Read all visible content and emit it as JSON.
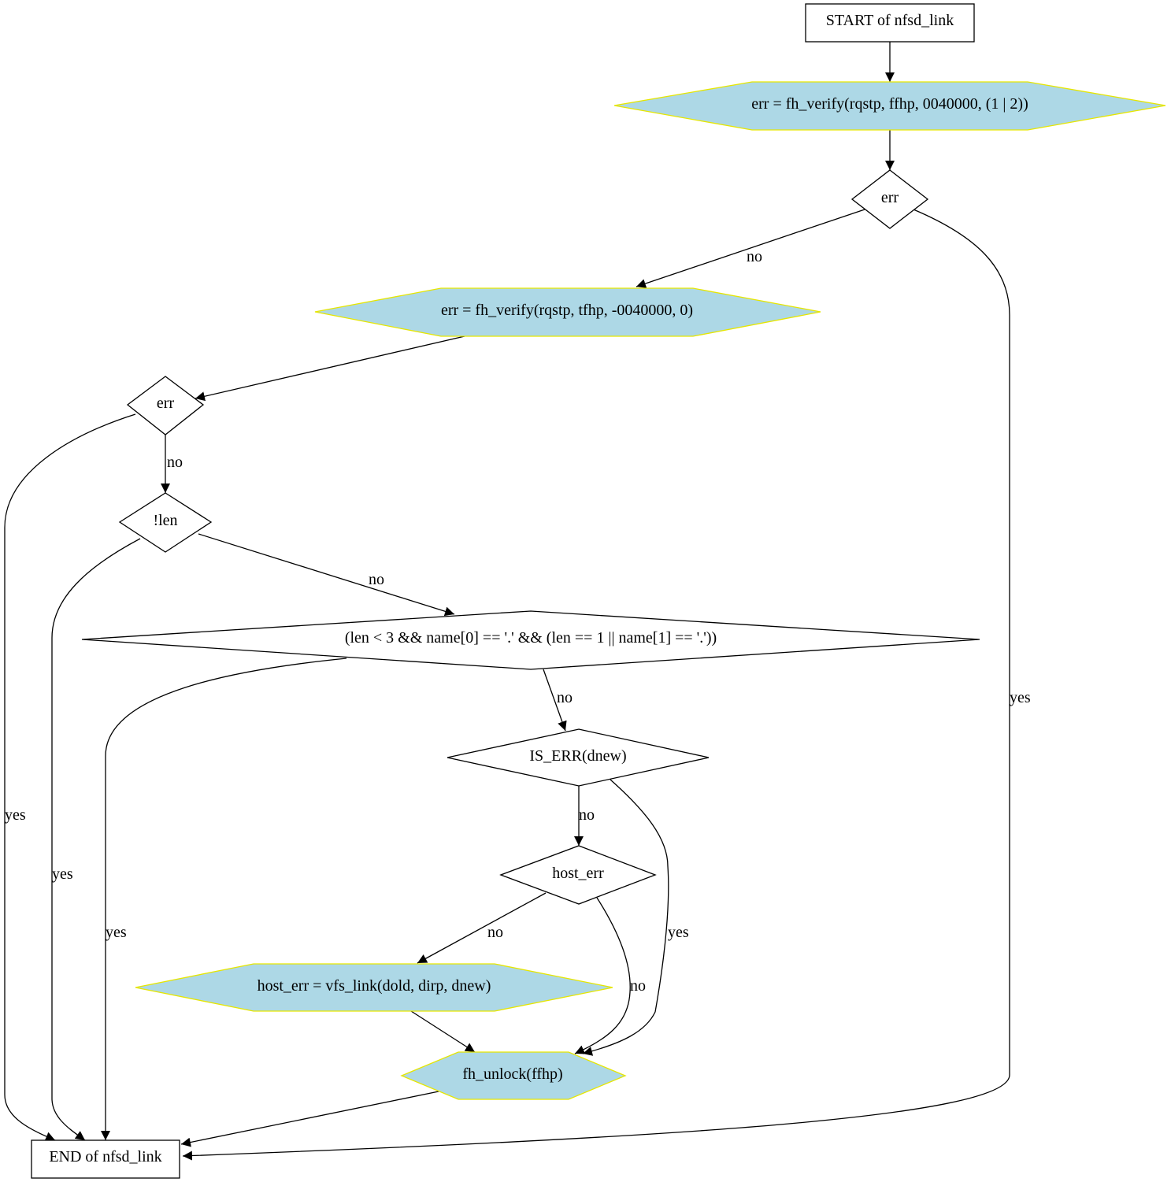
{
  "colors": {
    "hex_fill": "#add8e6",
    "hex_stroke": "#e6e600",
    "line": "#000000",
    "background": "#ffffff"
  },
  "nodes": {
    "start": "START of nfsd_link",
    "verify_ffhp": "err = fh_verify(rqstp, ffhp, 0040000, (1 | 2))",
    "err1": "err",
    "verify_tfhp": "err = fh_verify(rqstp, tfhp, -0040000, 0)",
    "err2": "err",
    "not_len": "!len",
    "dot_check": "(len < 3 && name[0] == '.' && (len == 1 || name[1] == '.'))",
    "is_err_dnew": "IS_ERR(dnew)",
    "host_err": "host_err",
    "vfs_link": "host_err = vfs_link(dold, dirp, dnew)",
    "fh_unlock": "fh_unlock(ffhp)",
    "end": "END of nfsd_link"
  },
  "edge_labels": {
    "err1_no": "no",
    "err1_yes": "yes",
    "err2_no": "no",
    "err2_yes": "yes",
    "len_no": "no",
    "len_yes": "yes",
    "dot_no": "no",
    "dot_yes": "yes",
    "iserr_no": "no",
    "iserr_yes": "yes",
    "hosterr_no_left": "no",
    "hosterr_no_right": "no"
  }
}
